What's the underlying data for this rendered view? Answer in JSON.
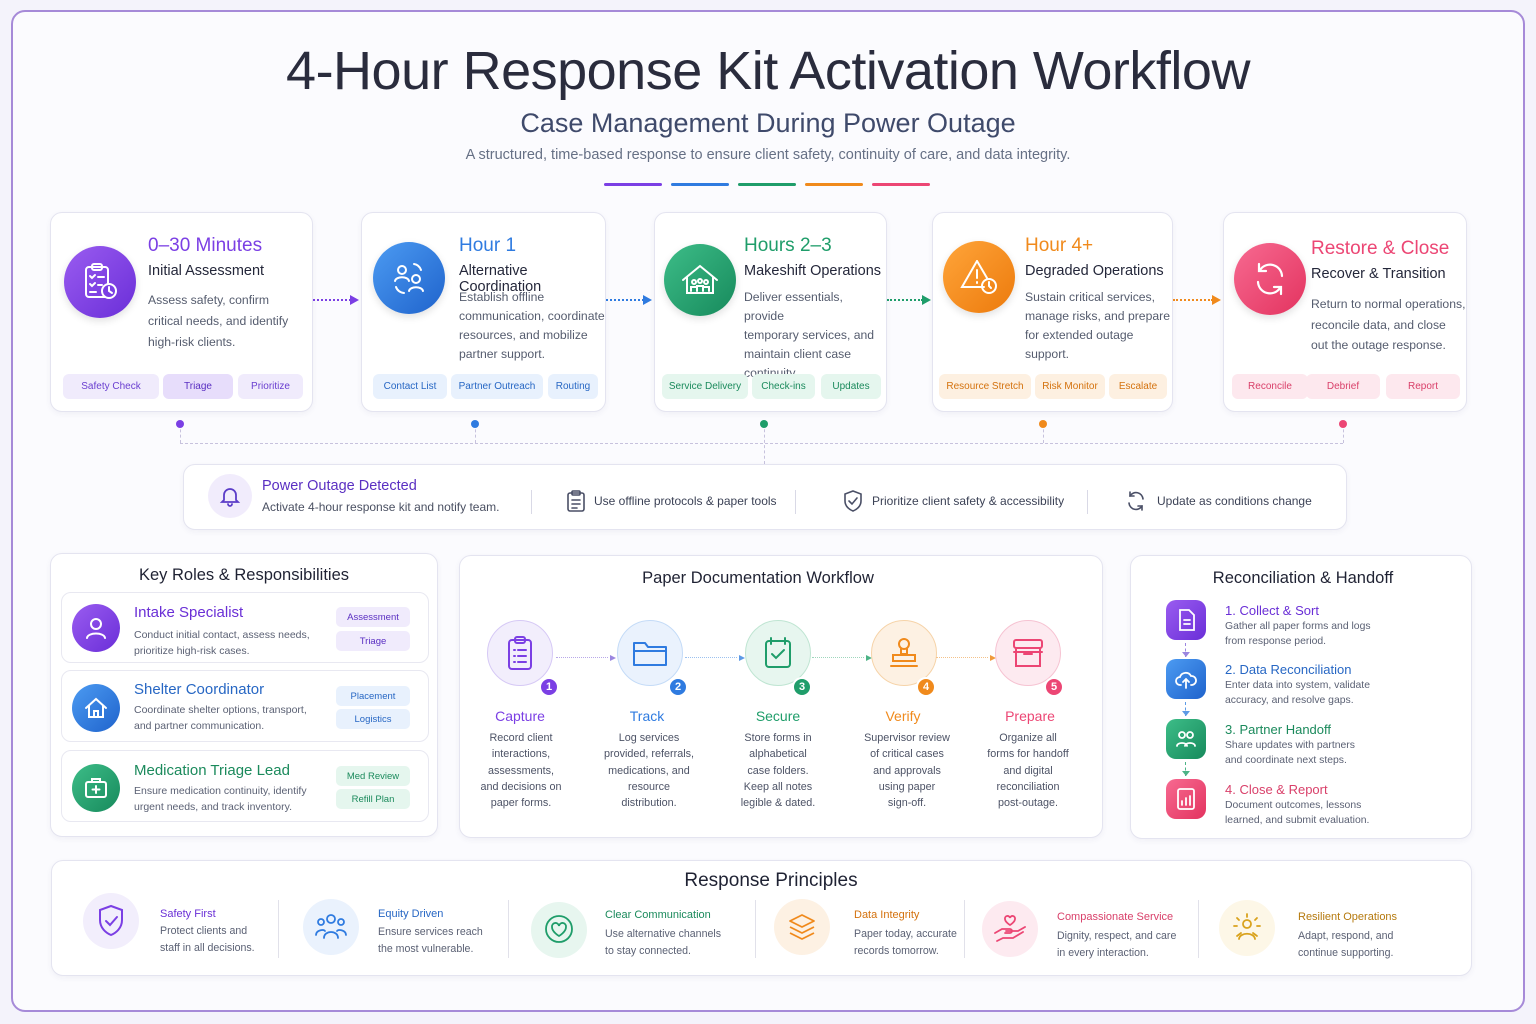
{
  "header": {
    "title": "4-Hour Response Kit Activation Workflow",
    "subtitle": "Case Management During Power Outage",
    "description": "A structured, time-based response to ensure client safety, continuity of care, and data integrity."
  },
  "colors": {
    "purple": "#7b3fe4",
    "blue": "#2f7be0",
    "green": "#1f9d6a",
    "orange": "#f08a1c",
    "pink": "#ec4674"
  },
  "phases": [
    {
      "time": "0–30 Minutes",
      "name": "Initial Assessment",
      "desc_lines": [
        "Assess safety, confirm",
        "critical needs, and identify",
        "high-risk clients."
      ],
      "icon": "clipboard-clock-icon",
      "tags": [
        "Safety Check",
        "Triage",
        "Prioritize"
      ]
    },
    {
      "time": "Hour 1",
      "name": "Alternative Coordination",
      "desc_lines": [
        "Establish offline",
        "communication, coordinate",
        "resources, and mobilize",
        "partner support."
      ],
      "icon": "people-sync-icon",
      "tags": [
        "Contact List",
        "Partner Outreach",
        "Routing"
      ]
    },
    {
      "time": "Hours 2–3",
      "name": "Makeshift Operations",
      "desc_lines": [
        "Deliver essentials, provide",
        "temporary services, and",
        "maintain client case",
        "continuity."
      ],
      "icon": "shelter-tent-icon",
      "tags": [
        "Service Delivery",
        "Check-ins",
        "Updates"
      ]
    },
    {
      "time": "Hour 4+",
      "name": "Degraded Operations",
      "desc_lines": [
        "Sustain critical services,",
        "manage risks, and prepare",
        "for extended outage",
        "support."
      ],
      "icon": "warning-clock-icon",
      "tags": [
        "Resource Stretch",
        "Risk Monitor",
        "Escalate"
      ]
    },
    {
      "time": "Restore & Close",
      "name": "Recover & Transition",
      "desc_lines": [
        "Return to normal operations,",
        "reconcile data, and close",
        "out the outage response."
      ],
      "icon": "refresh-cycle-icon",
      "tags": [
        "Reconcile",
        "Debrief",
        "Report"
      ]
    }
  ],
  "banner": {
    "title": "Power Outage Detected",
    "subtitle": "Activate 4-hour response kit and notify team.",
    "items": [
      {
        "text": "Use offline protocols & paper tools",
        "icon": "clipboard-icon"
      },
      {
        "text": "Prioritize client safety & accessibility",
        "icon": "shield-check-icon"
      },
      {
        "text": "Update as conditions change",
        "icon": "refresh-icon"
      }
    ]
  },
  "roles": {
    "title": "Key Roles & Responsibilities",
    "items": [
      {
        "title": "Intake Specialist",
        "desc_lines": [
          "Conduct initial contact, assess needs,",
          "prioritize high-risk cases."
        ],
        "tags": [
          "Assessment",
          "Triage"
        ],
        "icon": "person-icon"
      },
      {
        "title": "Shelter Coordinator",
        "desc_lines": [
          "Coordinate shelter options, transport,",
          "and partner communication."
        ],
        "tags": [
          "Placement",
          "Logistics"
        ],
        "icon": "house-icon"
      },
      {
        "title": "Medication Triage Lead",
        "desc_lines": [
          "Ensure medication continuity, identify",
          "urgent needs, and track inventory."
        ],
        "tags": [
          "Med Review",
          "Refill Plan"
        ],
        "icon": "medical-kit-icon"
      }
    ]
  },
  "paper": {
    "title": "Paper Documentation Workflow",
    "steps": [
      {
        "num": "1",
        "title": "Capture",
        "desc_lines": [
          "Record client",
          "interactions,",
          "assessments,",
          "and decisions on",
          "paper forms."
        ],
        "icon": "clipboard-list-icon"
      },
      {
        "num": "2",
        "title": "Track",
        "desc_lines": [
          "Log services",
          "provided, referrals,",
          "medications, and",
          "resource",
          "distribution."
        ],
        "icon": "folder-icon"
      },
      {
        "num": "3",
        "title": "Secure",
        "desc_lines": [
          "Store forms in",
          "alphabetical",
          "case folders.",
          "Keep all notes",
          "legible & dated."
        ],
        "icon": "secure-check-icon"
      },
      {
        "num": "4",
        "title": "Verify",
        "desc_lines": [
          "Supervisor review",
          "of critical cases",
          "and approvals",
          "using paper",
          "sign-off."
        ],
        "icon": "stamp-icon"
      },
      {
        "num": "5",
        "title": "Prepare",
        "desc_lines": [
          "Organize all",
          "forms for handoff",
          "and digital",
          "reconciliation",
          "post-outage."
        ],
        "icon": "archive-box-icon"
      }
    ]
  },
  "reconciliation": {
    "title": "Reconciliation & Handoff",
    "steps": [
      {
        "title": "1. Collect & Sort",
        "desc_lines": [
          "Gather all paper forms and logs",
          "from response period."
        ],
        "icon": "document-icon"
      },
      {
        "title": "2. Data Reconciliation",
        "desc_lines": [
          "Enter data into system, validate",
          "accuracy, and resolve gaps."
        ],
        "icon": "cloud-upload-icon"
      },
      {
        "title": "3. Partner Handoff",
        "desc_lines": [
          "Share updates with partners",
          "and coordinate next steps."
        ],
        "icon": "team-icon"
      },
      {
        "title": "4. Close & Report",
        "desc_lines": [
          "Document outcomes, lessons",
          "learned, and submit evaluation."
        ],
        "icon": "report-chart-icon"
      }
    ]
  },
  "principles": {
    "title": "Response Principles",
    "items": [
      {
        "title": "Safety First",
        "desc_lines": [
          "Protect clients and",
          "staff in all decisions."
        ],
        "icon": "shield-check-icon"
      },
      {
        "title": "Equity Driven",
        "desc_lines": [
          "Ensure services reach",
          "the most vulnerable."
        ],
        "icon": "community-icon"
      },
      {
        "title": "Clear Communication",
        "desc_lines": [
          "Use alternative channels",
          "to stay connected."
        ],
        "icon": "heart-chat-icon"
      },
      {
        "title": "Data Integrity",
        "desc_lines": [
          "Paper today, accurate",
          "records tomorrow."
        ],
        "icon": "layers-icon"
      },
      {
        "title": "Compassionate Service",
        "desc_lines": [
          "Dignity, respect, and care",
          "in every interaction."
        ],
        "icon": "helping-hands-icon"
      },
      {
        "title": "Resilient Operations",
        "desc_lines": [
          "Adapt, respond, and",
          "continue supporting."
        ],
        "icon": "resilient-person-icon"
      }
    ]
  }
}
